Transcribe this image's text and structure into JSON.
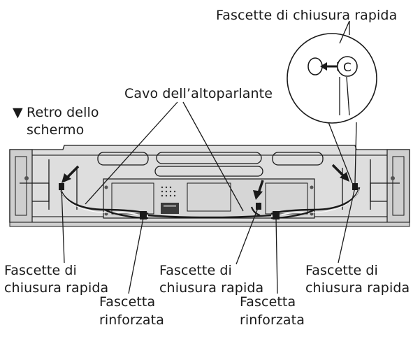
{
  "labels": {
    "top_right_clip": "Fascette di chiusura rapida",
    "speaker_cable": "Cavo dell’altoparlante",
    "back_marker": "▼",
    "back_line1": "Retro dello",
    "back_line2": "schermo",
    "clip_left_l1": "Fascette di",
    "clip_left_l2": "chiusura rapida",
    "clip_mid_l1": "Fascette di",
    "clip_mid_l2": "chiusura rapida",
    "clip_right_l1": "Fascette di",
    "clip_right_l2": "chiusura rapida",
    "band_left_l1": "Fascetta",
    "band_left_l2": "rinforzata",
    "band_right_l1": "Fascetta",
    "band_right_l2": "rinforzata"
  },
  "colors": {
    "ink": "#1a1a1a",
    "panel": "#dedede",
    "background": "#ffffff"
  }
}
